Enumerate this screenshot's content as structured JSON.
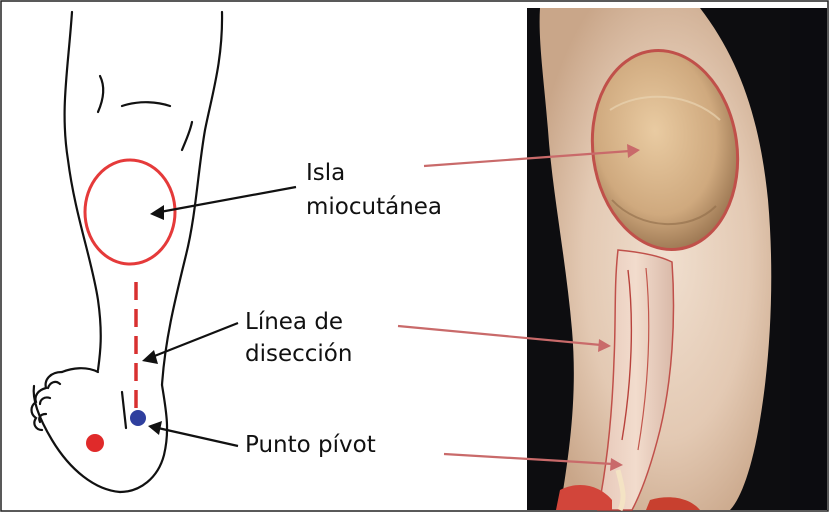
{
  "labels": {
    "isla_line1": "Isla",
    "isla_line2": "miocutánea",
    "linea_line1": "Línea de",
    "linea_line2": "disección",
    "punto": "Punto pívot"
  },
  "colors": {
    "outline": "#111111",
    "island": "#e53a3a",
    "dissection": "#d83030",
    "pivot": "#2f3f9e",
    "heel_dot": "#e02a2a",
    "photo_arrow": "#c96a6a",
    "photo_background": "#0d0d10"
  },
  "icons": [
    "leg-drawing",
    "pivot-point-dot",
    "heel-dot",
    "surgical-photo"
  ]
}
